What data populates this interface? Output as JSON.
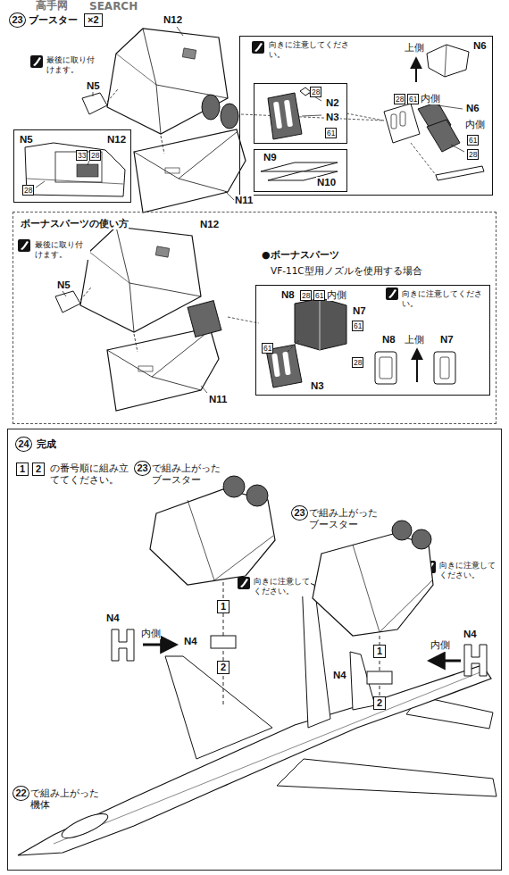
{
  "diagram": {
    "nodes": [
      {
        "text": [
          "向きに注意してください。",
          "上側",
          "N6",
          "28",
          "61",
          "内側",
          "N6",
          "内側",
          "61",
          "28"
        ]
      },
      {
        "text": [
          "28",
          "N2",
          "N3",
          "61"
        ],
        "in": 0
      },
      {
        "text": [
          "N9",
          "N10"
        ],
        "in": 0
      },
      {
        "text": [
          "N5",
          "N12",
          "33",
          "28",
          "28"
        ]
      },
      {
        "text": [
          "ボーナスパーツの使い方",
          "N12",
          "最後に取り付けます。",
          "N5",
          "N11",
          "●ボーナスパーツ",
          "VF-11C型用ノズルを使用する場合"
        ]
      },
      {
        "text": [
          "N8",
          "28",
          "61",
          "内側",
          "N7",
          "61",
          "向きに注意してください。",
          "N8",
          "上側",
          "N7",
          "61",
          "28",
          "N3"
        ],
        "in": 4
      },
      {
        "text": [
          "24",
          "完成"
        ]
      }
    ],
    "labels": [
      "高手网",
      "SEARCH",
      "23",
      "ブースター",
      "×2",
      "N12",
      "最後に取り付けます。",
      "N5",
      "N11",
      "1",
      "2",
      "の番号順に組み立ててください。",
      "23",
      "で組み上がったブースター",
      "23",
      "で組み上がったブースター",
      "1",
      "向きに注意してください。",
      "N4",
      "内側",
      "N4",
      "2",
      "1",
      "向きに注意してください。",
      "N4",
      "内側",
      "N4",
      "2",
      "22",
      "で組み上がった機体"
    ]
  }
}
